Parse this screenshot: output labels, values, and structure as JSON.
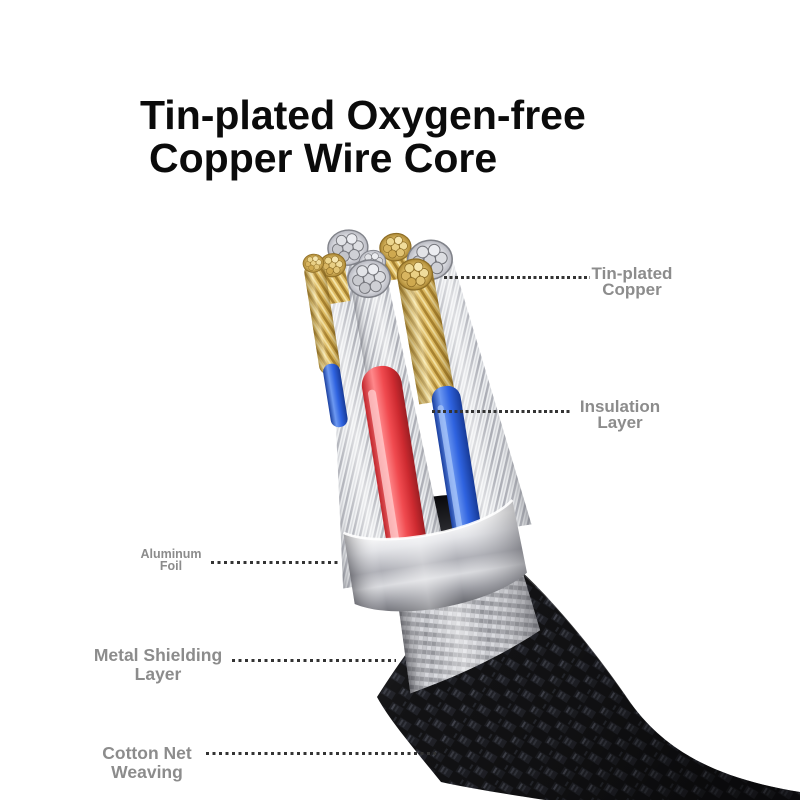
{
  "title": {
    "line1": "Tin-plated Oxygen-free",
    "line2": "Copper Wire Core"
  },
  "callouts": [
    {
      "name": "tin-plated-copper",
      "line1": "Tin-plated",
      "line2": "Copper",
      "side": "right"
    },
    {
      "name": "insulation-layer",
      "line1": "Insulation",
      "line2": "Layer",
      "side": "right"
    },
    {
      "name": "aluminum-foil",
      "line1": "Aluminum",
      "line2": "Foil",
      "side": "left"
    },
    {
      "name": "metal-shielding-layer",
      "line1": "Metal Shielding",
      "line2": "Layer",
      "side": "left"
    },
    {
      "name": "cotton-net-weaving",
      "line1": "Cotton Net",
      "line2": "Weaving",
      "side": "left"
    }
  ],
  "colors": {
    "title_text": "#0b0b0b",
    "label_text": "#8c8c8c",
    "dotted_line": "#333333",
    "insulation_red": "#f04a4f",
    "insulation_blue": "#2f63e0",
    "copper_gold": "#d9b763",
    "tin_silver": "#d9dade",
    "foil_chrome": "#c9cad0",
    "jacket_black": "#17181b"
  },
  "illustration": {
    "type": "usb-cable-cutaway",
    "layers": [
      "tin-plated copper strands",
      "insulation layer wires",
      "aluminum foil ring",
      "metal shielding braid",
      "cotton net weaving jacket"
    ]
  }
}
